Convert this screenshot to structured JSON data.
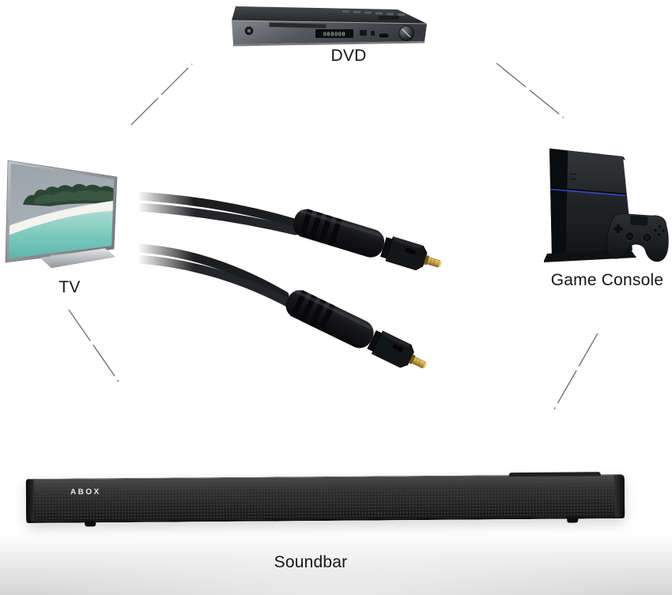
{
  "page": {
    "type": "product-connectivity-diagram",
    "background": "#ffffff"
  },
  "devices": {
    "dvd": {
      "label": "DVD",
      "display_text": "000000"
    },
    "tv": {
      "label": "TV"
    },
    "game_console": {
      "label": "Game Console"
    },
    "soundbar": {
      "label": "Soundbar",
      "brand": "ABOX"
    }
  },
  "connections": [
    {
      "from": "TV",
      "to": "DVD"
    },
    {
      "from": "DVD",
      "to": "Game Console"
    },
    {
      "from": "TV",
      "to": "Soundbar"
    },
    {
      "from": "Game Console",
      "to": "Soundbar"
    }
  ],
  "colors": {
    "connection_line": "#737373",
    "console_accent_blue": "#2e49c8",
    "cable_tip_gold": "#c9a44a",
    "tv_water_teal": "#7ccabe",
    "tv_sky_gray": "#97a0a8",
    "soundbar_body": "#262626"
  }
}
